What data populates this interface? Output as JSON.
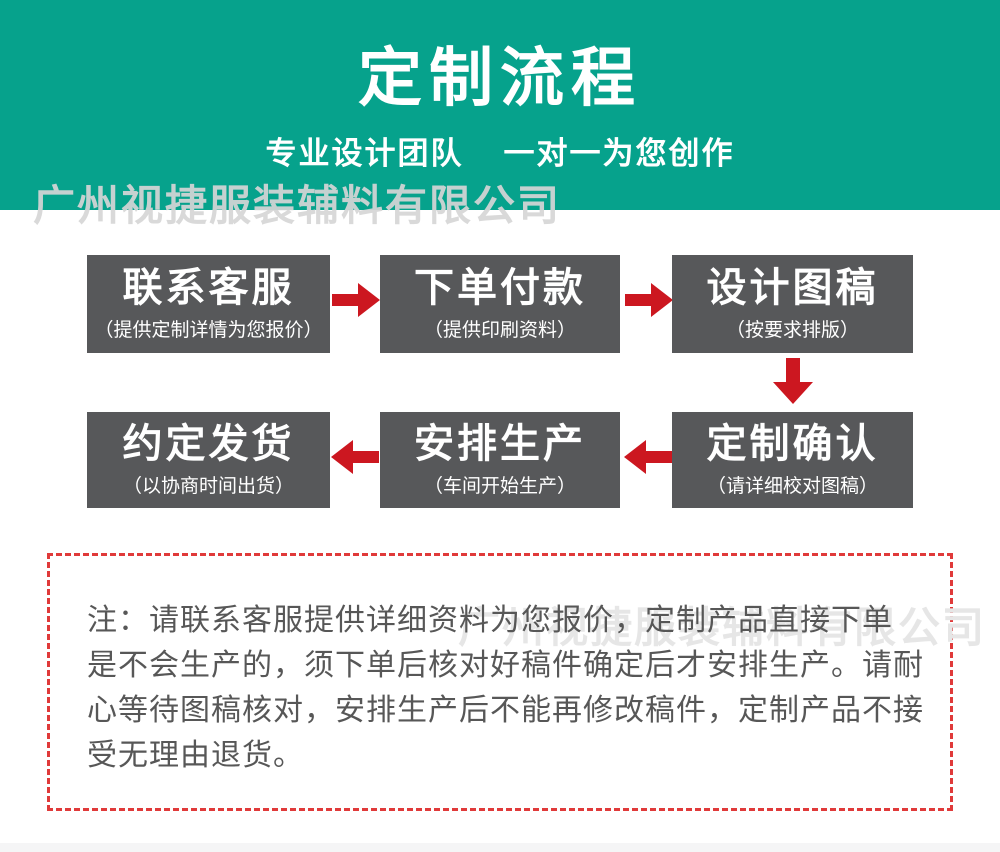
{
  "header": {
    "title": "定制流程",
    "subtitle_left": "专业设计团队",
    "subtitle_right": "一对一为您创作"
  },
  "watermark": {
    "text": "广州视捷服装辅料有限公司"
  },
  "flow": {
    "steps": [
      {
        "title": "联系客服",
        "caption": "（提供定制详情为您报价）"
      },
      {
        "title": "下单付款",
        "caption": "（提供印刷资料）"
      },
      {
        "title": "设计图稿",
        "caption": "（按要求排版）"
      },
      {
        "title": "定制确认",
        "caption": "（请详细校对图稿）"
      },
      {
        "title": "安排生产",
        "caption": "（车间开始生产）"
      },
      {
        "title": "约定发货",
        "caption": "（以协商时间出货）"
      }
    ],
    "icons": {
      "arrow_right": "→",
      "arrow_down": "↓",
      "arrow_left": "←"
    }
  },
  "note": {
    "lines": [
      "注：请联系客服提供详细资料为您报价，定制产品直接下单",
      "是不会生产的，须下单后核对好稿件确定后才安排生产。请耐",
      "心等待图稿核对，安排生产后不能再修改稿件，定制产品不接",
      "受无理由退货。"
    ]
  },
  "colors": {
    "header_teal": "#06a28c",
    "box_gray": "#57585a",
    "arrow_red": "#cc1720",
    "note_border_red": "#e03a3a",
    "note_text_gray": "#575757",
    "watermark_gray": "#d6d6d6"
  }
}
